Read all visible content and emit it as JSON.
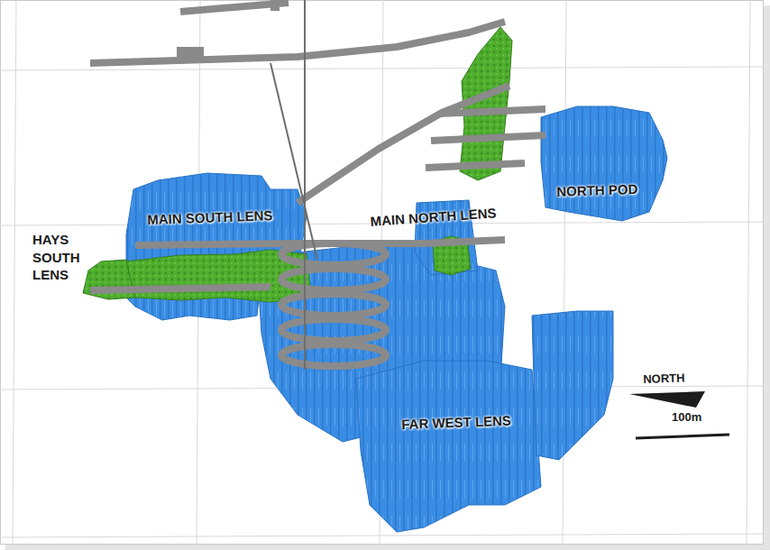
{
  "diagram": {
    "labels": [
      "HAYS SOUTH LENS",
      "MAIN SOUTH LENS",
      "MAIN NORTH LENS",
      "NORTH POD",
      "FAR WEST LENS",
      "NORTH",
      "100m"
    ]
  }
}
